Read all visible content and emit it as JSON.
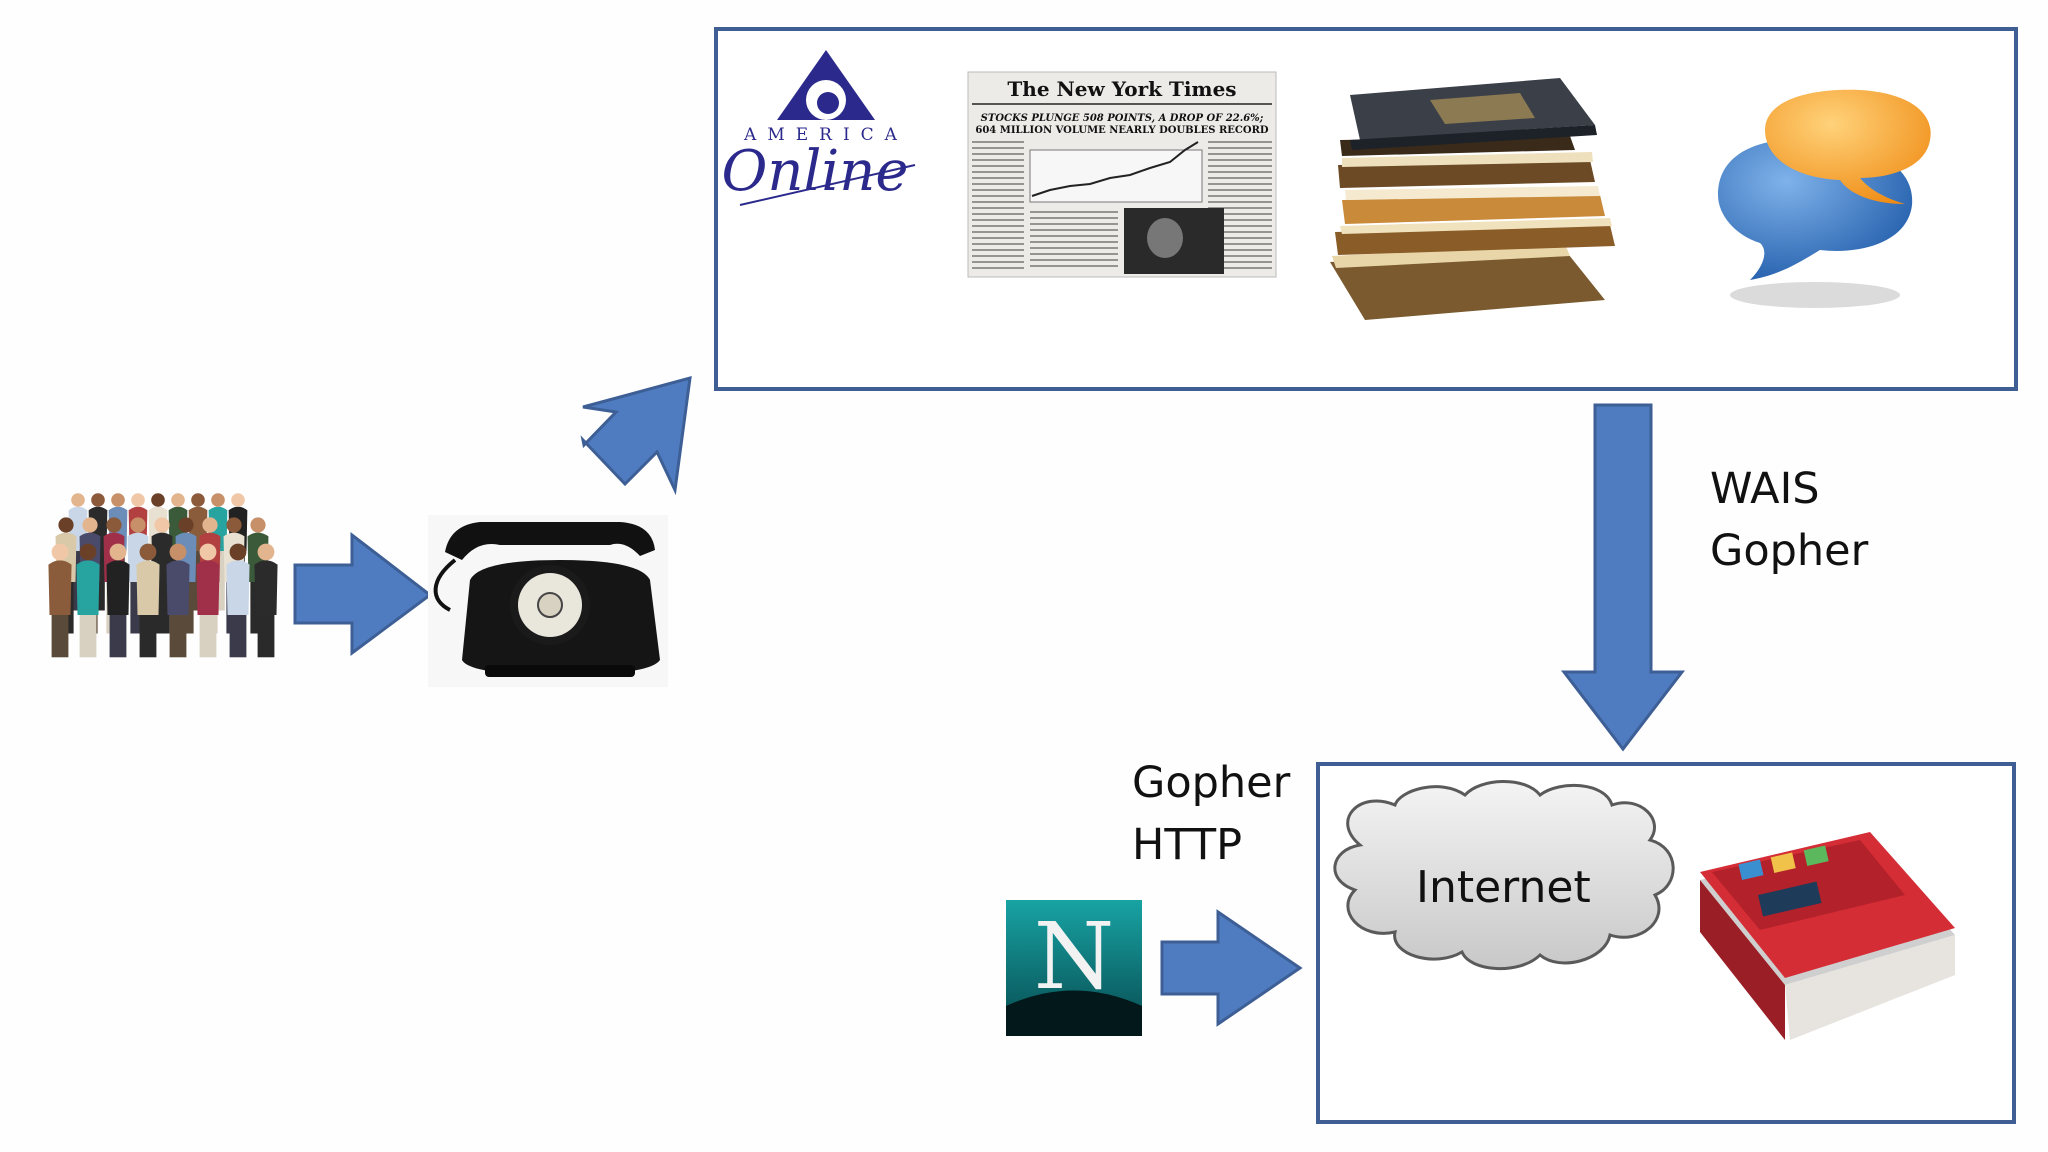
{
  "diagram": {
    "labels": {
      "wais_gopher": [
        "WAIS",
        "Gopher"
      ],
      "gopher_http": [
        "Gopher",
        "HTTP"
      ],
      "cloud": "Internet"
    },
    "logos": {
      "aol_top": "AMERICA",
      "aol_script": "Online",
      "nyt_masthead": "The New York Times",
      "nyt_headline_1": "STOCKS PLUNGE 508 POINTS, A DROP OF 22.6%;",
      "nyt_headline_2": "604 MILLION VOLUME NEARLY DOUBLES RECORD",
      "netscape": "N"
    },
    "colors": {
      "arrow": "#4f7cc0",
      "arrow_stroke": "#3d5f95",
      "box_border": "#3f5f94",
      "aol_blue": "#2b2a8c",
      "netscape_teal": "#0f8a8c",
      "book_red": "#d52d36",
      "bubble_orange": "#f49a1e",
      "bubble_blue": "#2f6cb8"
    },
    "icons": [
      "people-group-icon",
      "rotary-telephone-icon",
      "aol-logo-icon",
      "newspaper-icon",
      "book-stack-icon",
      "speech-bubbles-icon",
      "internet-cloud-icon",
      "red-handbook-icon",
      "netscape-logo-icon"
    ]
  }
}
